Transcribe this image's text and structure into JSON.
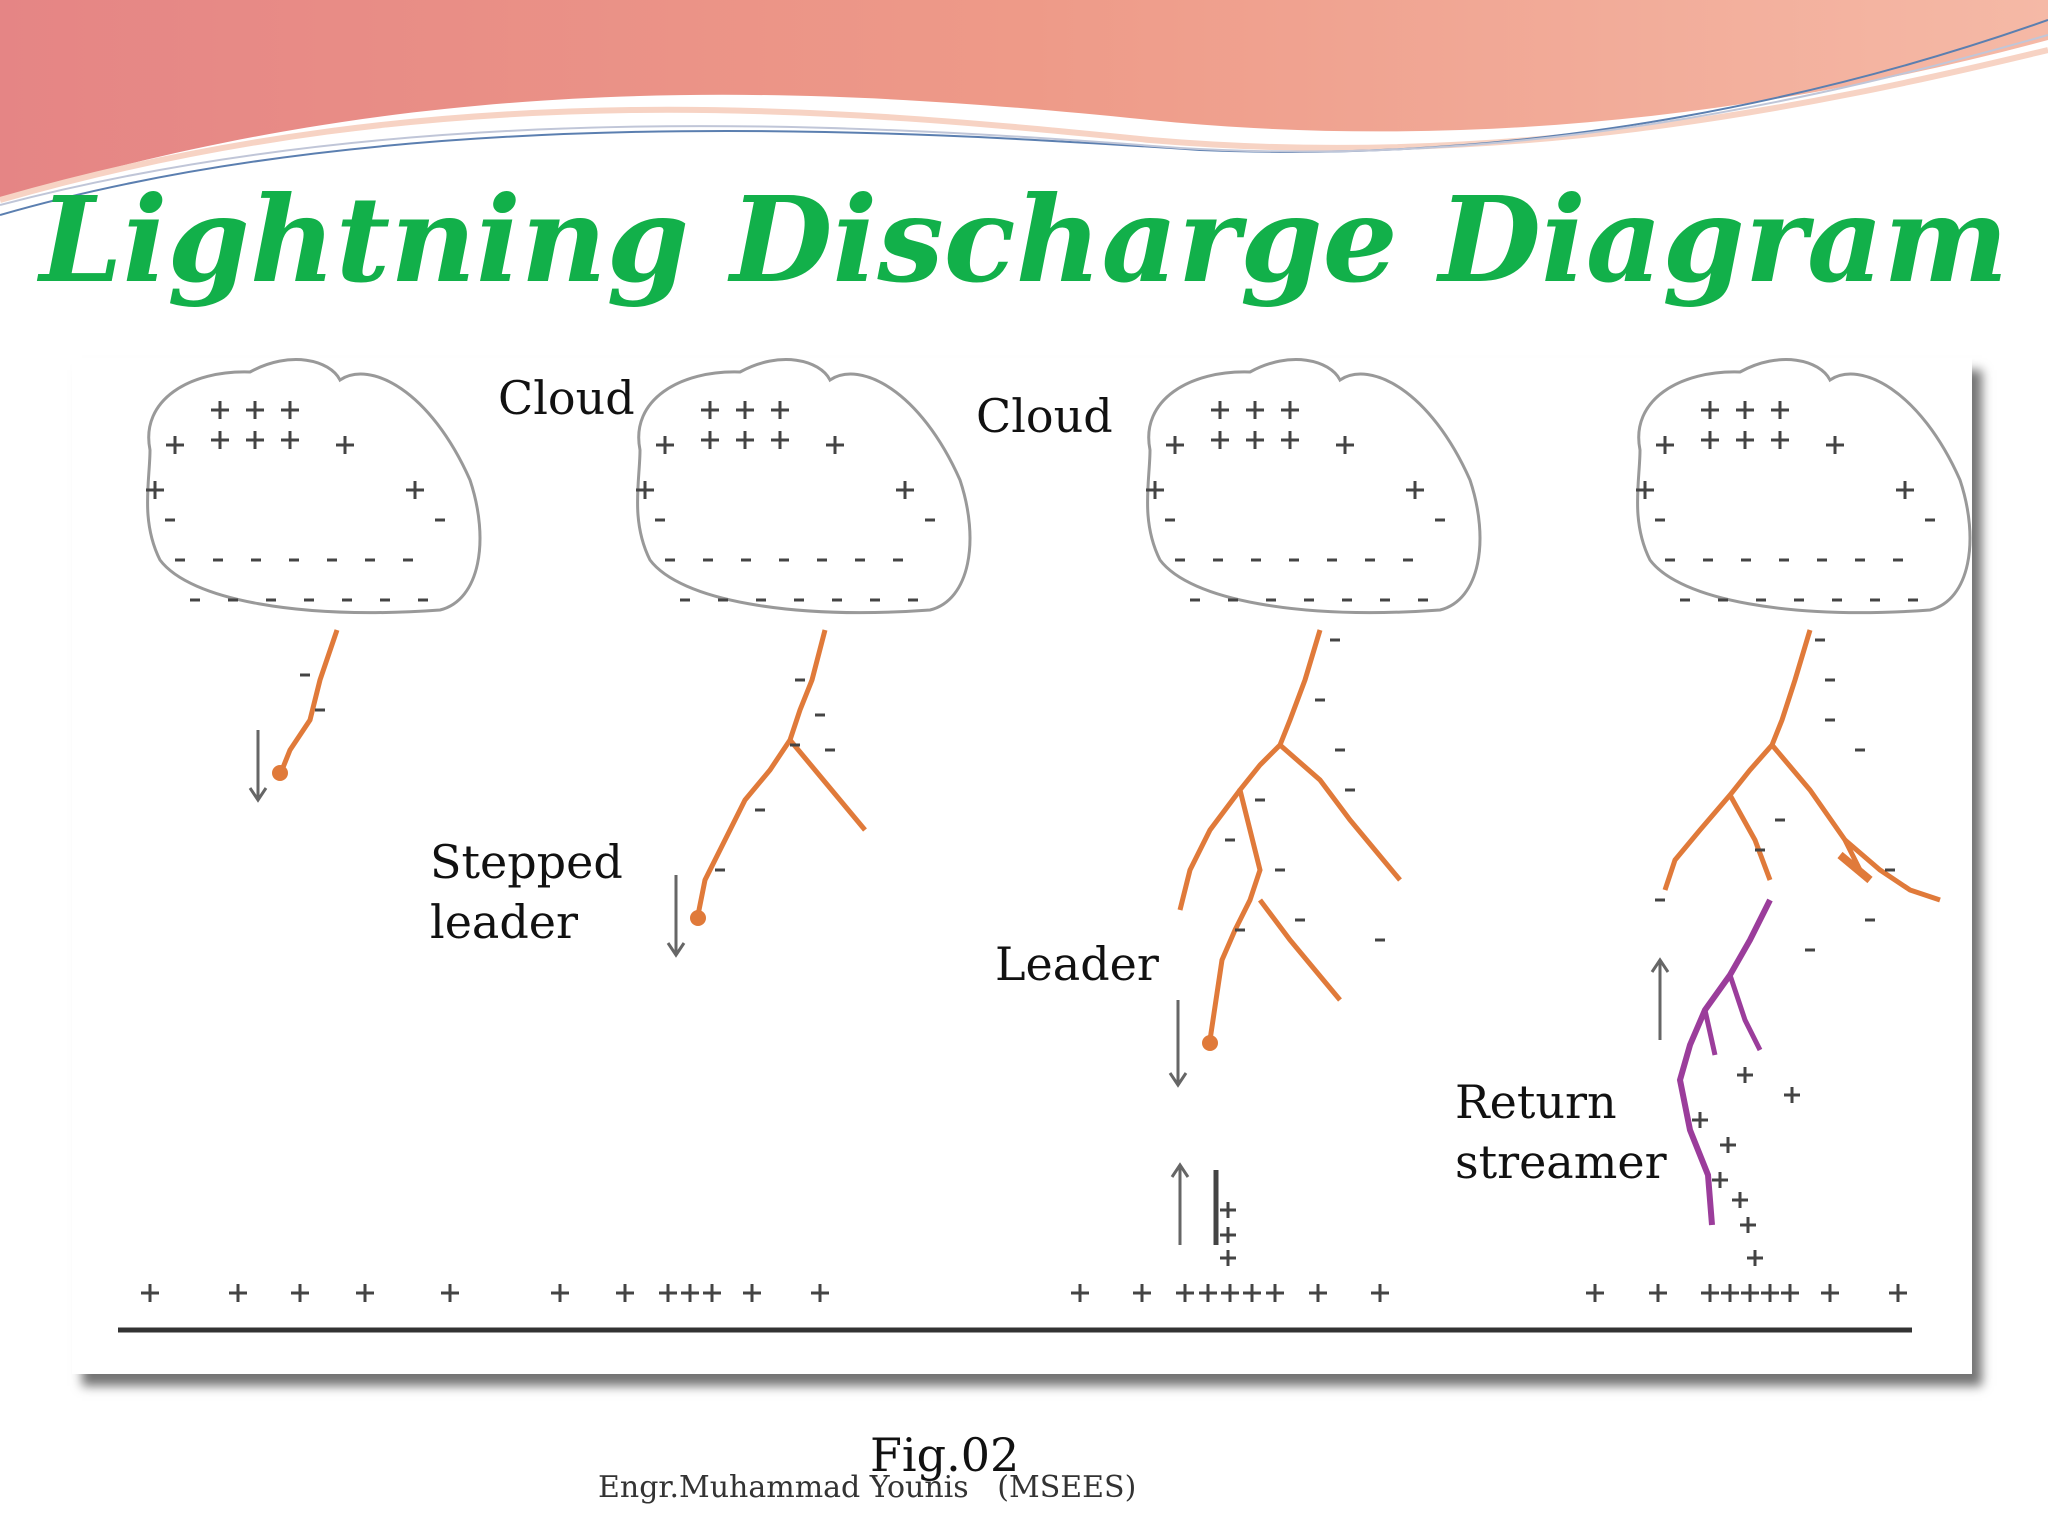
{
  "slide": {
    "title": "Lightning Discharge Diagram",
    "title_color": "#12b04a",
    "banner_colors": [
      "#e07b86",
      "#f0a08a",
      "#f7c9b8"
    ]
  },
  "diagram": {
    "labels": {
      "cloud_1": "Cloud",
      "cloud_2": "Cloud",
      "stepped_leader": "Stepped\nleader",
      "leader": "Leader",
      "return_streamer": "Return\nstreamer"
    },
    "stages": [
      "stage-1",
      "stage-2",
      "stage-3",
      "stage-4"
    ],
    "leader_color": "#e07a3a",
    "return_streamer_color": "#9b3d9b",
    "caption": "Fig.02"
  },
  "footer": {
    "author": "Engr.Muhammad Younis   (MSEES)"
  }
}
